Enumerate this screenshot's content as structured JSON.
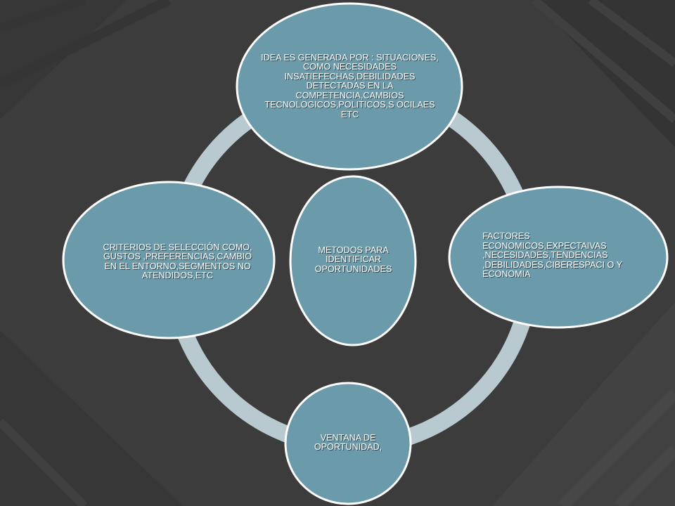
{
  "diagram": {
    "center": {
      "label": "METODOS PARA IDENTIFICAR OPORTUNIDADES"
    },
    "nodes": [
      {
        "id": "top",
        "label": "IDEA ES GENERADA POR : SITUACIONES, COMO NECESIDADES INSATIEFECHAS,DEBILIDADES DETECTADAS EN LA COMPETENCIA,CAMBIOS TECNOLOGICOS,POLITICOS,S OCILAES ETC"
      },
      {
        "id": "right",
        "label": "FACTORES ECONOMICOS,EXPECTAIVAS ,NECESIDADES,TENDENCIAS ,DEBILIDADES,CIBERESPACI O Y ECONOMIA"
      },
      {
        "id": "bottom",
        "label": "VENTANA DE OPORTUNIDAD,"
      },
      {
        "id": "left",
        "label": "CRITERIOS DE SELECCIÓN COMO, GUSTOS ,PREFERENCIAS,CAMBIO EN EL ENTORNO,SEGMENTOS NO ATENDIDOS,ETC"
      }
    ]
  },
  "colors": {
    "background": "#3c3c3c",
    "pattern_dark": "#2f2f2f",
    "pattern_light": "#4d4d4d",
    "ring": "#b9c9d0",
    "node_fill": "#6b9aaa",
    "node_border": "#ffffff",
    "text": "#ffffff"
  }
}
